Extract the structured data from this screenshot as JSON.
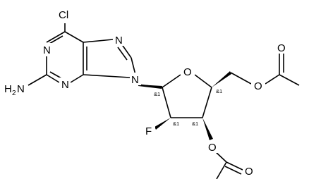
{
  "atoms": {
    "cl": "Cl",
    "n_purine_upper": "N",
    "n_imidazole_top": "N",
    "n_purine_left": "N",
    "n9": "N",
    "h2n_h": "H",
    "h2n_sub": "2",
    "h2n_n": "N",
    "o_ring": "O",
    "o_ester_5": "O",
    "o_carbonyl_5": "O",
    "o_ester_3": "O",
    "o_carbonyl_3": "O",
    "fluorine": "F"
  },
  "stereo_labels": {
    "c1": "&1",
    "c4": "&1",
    "c2": "&1",
    "c3": "&1"
  }
}
